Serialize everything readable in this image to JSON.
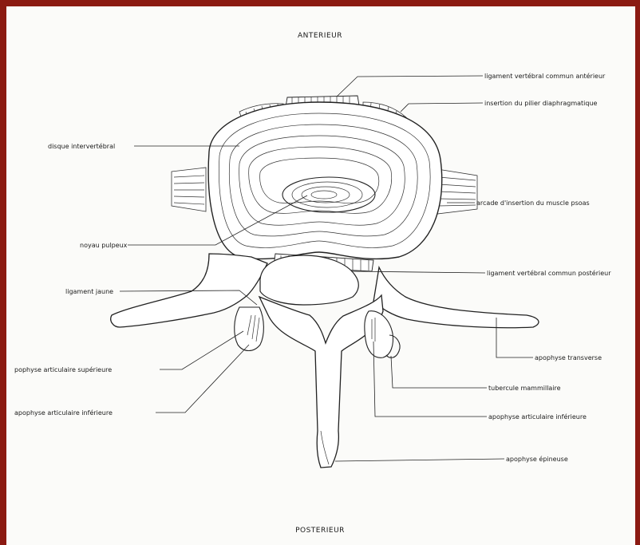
{
  "orientation": {
    "top": "ANTERIEUR",
    "bottom": "POSTERIEUR"
  },
  "labels": {
    "ligament_anterieur": "ligament vertébral commun antérieur",
    "pilier": "insertion du pilier diaphragmatique",
    "disque": "disque intervertébral",
    "psoas": "arcade d'insertion du muscle psoas",
    "noyau": "noyau pulpeux",
    "ligament_posterieur": "ligament vertébral commun postérieur",
    "ligament_jaune": "ligament jaune",
    "transverse": "apophyse transverse",
    "art_sup": "pophyse articulaire supérieure",
    "tubercule": "tubercule mammillaire",
    "art_inf_left": "apophyse articulaire inférieure",
    "art_inf_right": "apophyse articulaire inférieure",
    "epineuse": "apophyse épineuse"
  },
  "colors": {
    "frame": "#8b1a12",
    "ink": "#222222"
  }
}
